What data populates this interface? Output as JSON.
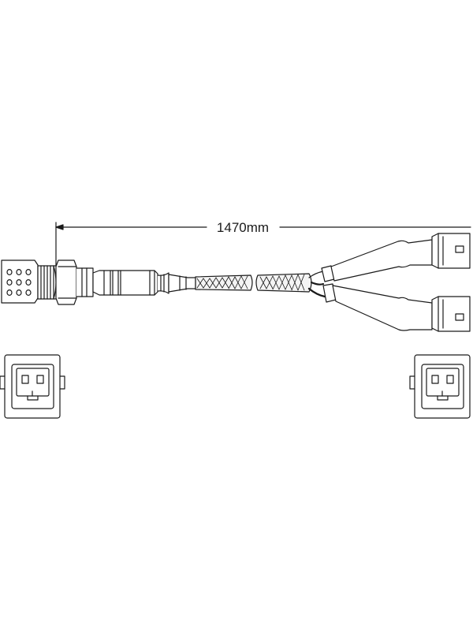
{
  "dimension": {
    "length_label": "1470mm"
  },
  "colors": {
    "stroke": "#1a1a1a",
    "background": "#ffffff",
    "braid_fill": "#f4f4f4"
  },
  "parts": {
    "sensor": "oxygen-sensor",
    "connectors": "two-pin-connector-x2"
  }
}
